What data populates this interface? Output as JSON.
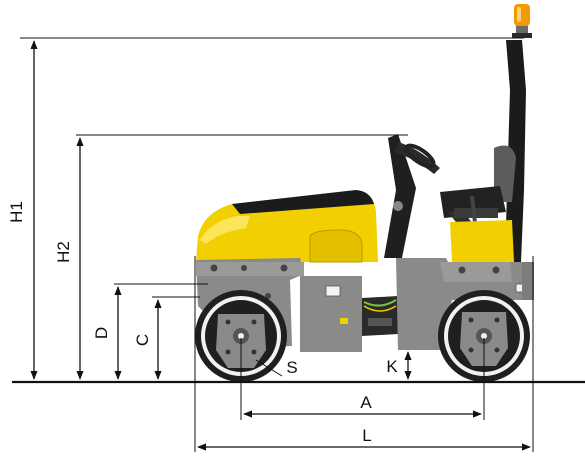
{
  "labels": {
    "h1": "H1",
    "h2": "H2",
    "d": "D",
    "c": "C",
    "k": "K",
    "s": "S",
    "a": "A",
    "l": "L"
  },
  "colors": {
    "body_yellow": "#f2cf00",
    "frame_gray": "#8a8a88",
    "dark": "#1b1b1b",
    "beacon": "#f29a00"
  }
}
